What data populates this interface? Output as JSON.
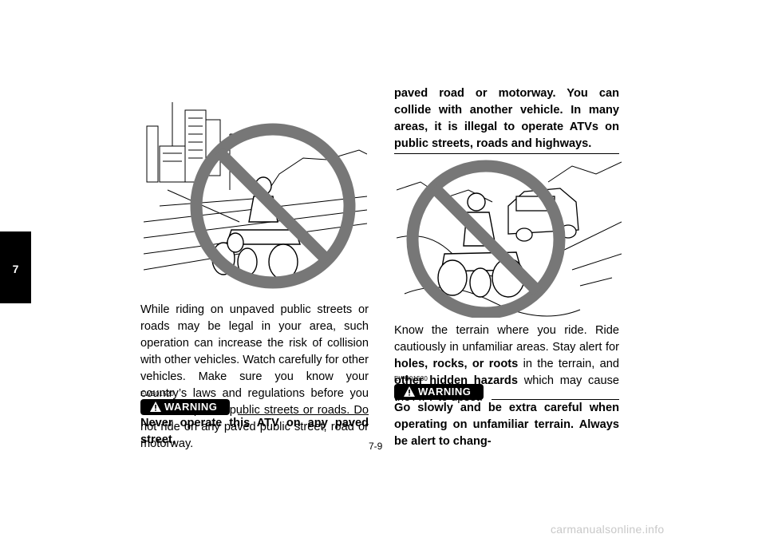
{
  "chapter_tab": "7",
  "left_column": {
    "paragraph": "While riding on unpaved public streets or roads may be legal in your area, such operation can increase the risk of collision with other vehicles. Watch carefully for other vehicles. Make sure you know your country’s laws and regulations before you ride on unpaved public streets or roads. Do not ride on any paved public street, road or motorway.",
    "warning_code": "EWB01520",
    "warning_label": "WARNING",
    "warning_text": "Never operate this ATV on any paved street,"
  },
  "right_column": {
    "continued_warning": "paved road or motorway. You can collide with another vehicle. In many areas, it is illegal to operate ATVs on public streets, roads and highways.",
    "p_intro": "Know the terrain where you ride. Ride cautiously in unfamiliar areas. Stay alert for ",
    "p_bold1": "holes, rocks, or roots",
    "p_mid": " in the terrain, and ",
    "p_bold2": "other hidden hazards",
    "p_end": " which may cause the ATV to upset.",
    "warning_code": "EWB01530",
    "warning_label": "WARNING",
    "warning_text": "Go slowly and be extra careful when operating on unfamiliar terrain. Always be alert to chang-"
  },
  "page_number": "7-9",
  "watermark": "carmanualsonline.info",
  "icons": {
    "warning": "warning-triangle-icon",
    "prohibition": "prohibition-circle-icon"
  }
}
